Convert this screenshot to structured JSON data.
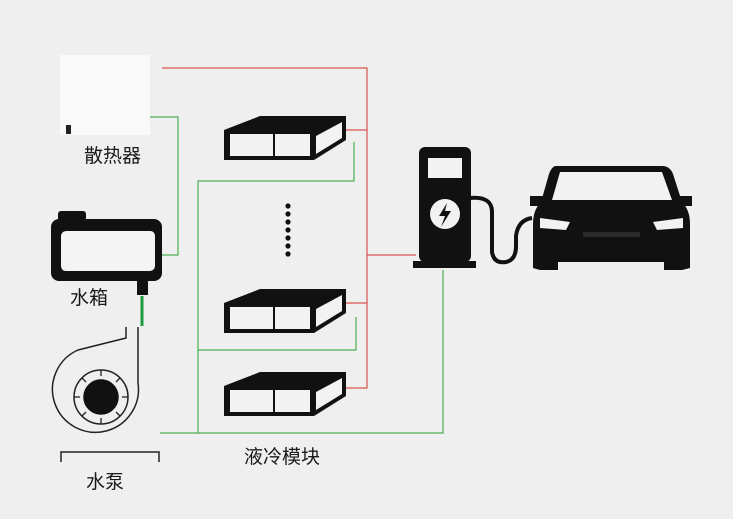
{
  "labels": {
    "radiator": "散热器",
    "water_tank": "水箱",
    "water_pump": "水泵",
    "liquid_cooling_modules": "液冷模块"
  },
  "colors": {
    "background": "#efefef",
    "power_line": "#d9534f",
    "coolant_line": "#4caf50",
    "pipe_green": "#1f9a3f",
    "device_fill": "#111111"
  },
  "icons": [
    "radiator-icon",
    "water-tank-icon",
    "water-pump-icon",
    "liquid-cooling-module-icon",
    "charging-pile-icon",
    "lightning-bolt-icon",
    "car-icon"
  ]
}
